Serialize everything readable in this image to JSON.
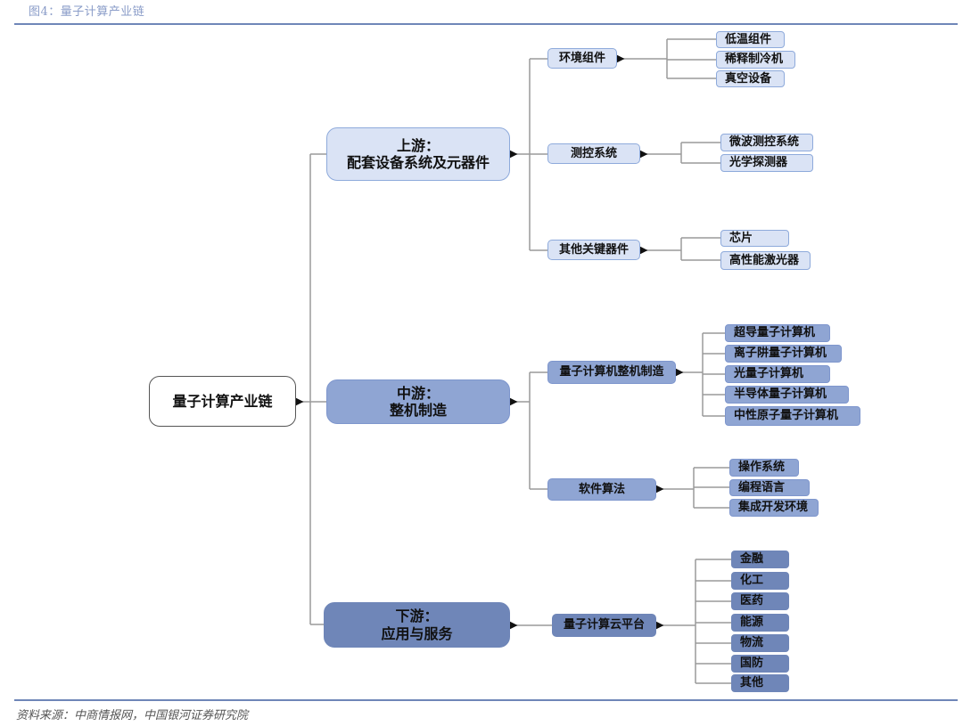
{
  "figure_title": "图4：量子计算产业链",
  "source": "资料来源：中商情报网，中国银河证券研究院",
  "colors": {
    "rule": "#6f86b8",
    "upstream_fill": "#dae3f5",
    "midstream_fill": "#8fa5d3",
    "downstream_fill": "#6f86b8",
    "connector": "#999999"
  },
  "root": {
    "label": "量子计算产业链"
  },
  "upstream": {
    "title": "上游：",
    "subtitle": "配套设备系统及元器件",
    "groups": [
      {
        "label": "环境组件",
        "items": [
          "低温组件",
          "稀释制冷机",
          "真空设备"
        ]
      },
      {
        "label": "测控系统",
        "items": [
          "微波测控系统",
          "光学探测器"
        ]
      },
      {
        "label": "其他关键器件",
        "items": [
          "芯片",
          "高性能激光器"
        ]
      }
    ]
  },
  "midstream": {
    "title": "中游：",
    "subtitle": "整机制造",
    "groups": [
      {
        "label": "量子计算机整机制造",
        "items": [
          "超导量子计算机",
          "离子阱量子计算机",
          "光量子计算机",
          "半导体量子计算机",
          "中性原子量子计算机"
        ]
      },
      {
        "label": "软件算法",
        "items": [
          "操作系统",
          "编程语言",
          "集成开发环境"
        ]
      }
    ]
  },
  "downstream": {
    "title": "下游：",
    "subtitle": "应用与服务",
    "groups": [
      {
        "label": "量子计算云平台",
        "items": [
          "金融",
          "化工",
          "医药",
          "能源",
          "物流",
          "国防",
          "其他"
        ]
      }
    ]
  }
}
